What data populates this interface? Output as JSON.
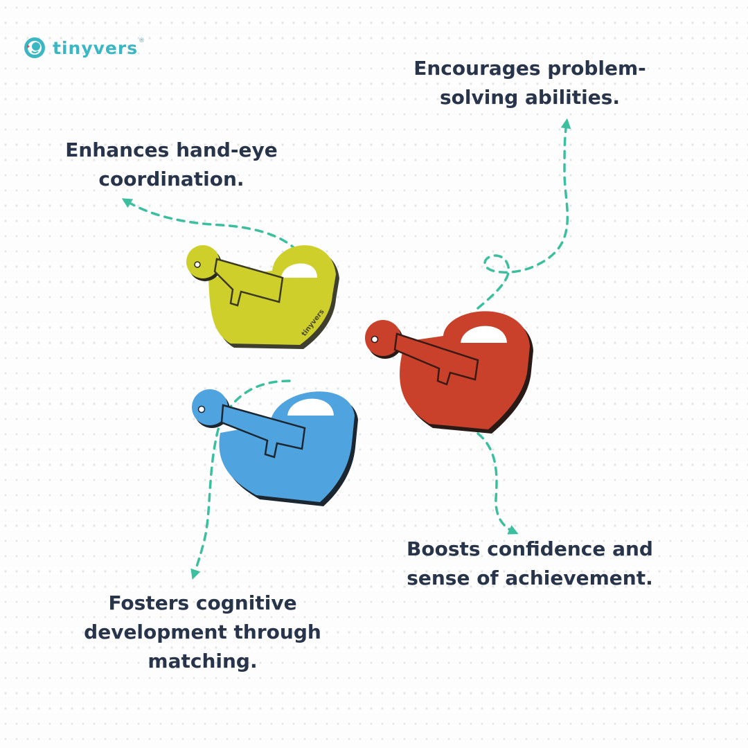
{
  "brand": {
    "name": "tinyvers",
    "registered_mark": "®",
    "accent_color": "#3bb7c4"
  },
  "callouts": {
    "problem_solving": {
      "line1": "Encourages problem-",
      "line2": "solving abilities."
    },
    "hand_eye": {
      "line1": "Enhances hand-eye",
      "line2": "coordination."
    },
    "confidence": {
      "line1": "Boosts confidence and",
      "line2": "sense of achievement."
    },
    "cognitive": {
      "line1": "Fosters cognitive",
      "line2": "development through",
      "line3": "matching."
    }
  },
  "locks": {
    "yellow": {
      "color": "#cfcf2c",
      "engraving": "tinyvers"
    },
    "red": {
      "color": "#c9412b"
    },
    "blue": {
      "color": "#4fa3de"
    }
  },
  "arrow_color": "#3bbf9e",
  "text_color": "#27344a"
}
